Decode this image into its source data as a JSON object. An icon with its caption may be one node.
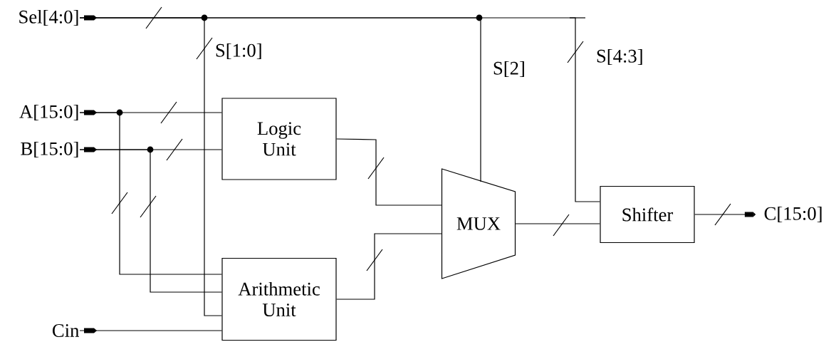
{
  "diagram": {
    "nodes": [
      {
        "text": [
          "Sel[4:0]"
        ]
      },
      {
        "text": [
          "A[15:0]"
        ]
      },
      {
        "text": [
          "B[15:0]"
        ]
      },
      {
        "text": [
          "Cin"
        ]
      },
      {
        "text": [
          "Logic Unit"
        ]
      },
      {
        "text": [
          "Arithmetic Unit"
        ]
      },
      {
        "text": [
          "MUX"
        ]
      },
      {
        "text": [
          "Shifter"
        ]
      },
      {
        "text": [
          "C[15:0]"
        ]
      }
    ],
    "edges": [
      {
        "from": 0,
        "to": 5,
        "arrow": "none",
        "label": "S[1:0]"
      },
      {
        "from": 0,
        "to": 6,
        "arrow": "none",
        "label": "S[2]"
      },
      {
        "from": 0,
        "to": 7,
        "arrow": "none",
        "label": "S[4:3]"
      },
      {
        "from": 1,
        "to": 4,
        "arrow": "none"
      },
      {
        "from": 1,
        "to": 5,
        "arrow": "none"
      },
      {
        "from": 2,
        "to": 4,
        "arrow": "none"
      },
      {
        "from": 2,
        "to": 5,
        "arrow": "none"
      },
      {
        "from": 3,
        "to": 5,
        "arrow": "none"
      },
      {
        "from": 4,
        "to": 6,
        "arrow": "none"
      },
      {
        "from": 5,
        "to": 6,
        "arrow": "none"
      },
      {
        "from": 6,
        "to": 7,
        "arrow": "none"
      },
      {
        "from": 7,
        "to": 8,
        "arrow": "to"
      }
    ]
  }
}
